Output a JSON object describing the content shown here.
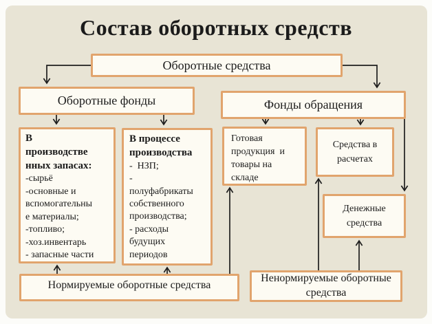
{
  "title": "Состав оборотных средств",
  "colors": {
    "background": "#e8e4d5",
    "frame": "#fcfcf9",
    "box_fill": "#fdfbf3",
    "accent_border": "#e1a46d",
    "ink": "#1b1b1b",
    "line": "#1d1d1d"
  },
  "nodes": {
    "working_capital": {
      "label": "Оборотные средства"
    },
    "working_funds": {
      "label": "Оборотные фонды"
    },
    "circulation_funds": {
      "label": "Фонды обращения"
    },
    "production_stocks": {
      "header": "В\nпроизводстве\nнных запасах:",
      "items": "-сырьё\n-основные и\nвспомогательны\nе материалы;\n-топливо;\n-хоз.инвентарь\n- запасные части"
    },
    "in_production": {
      "header": "В процессе\nпроизводства",
      "items": "-  НЗП;\n-\nполуфабрикаты\nсобственного\nпроизводства;\n- расходы\nбудущих\nпериодов"
    },
    "finished_goods": {
      "label": "Готовая\nпродукция  и\nтовары на\nскладе"
    },
    "settlements": {
      "label": "Средства в\nрасчетах"
    },
    "cash": {
      "label": "Денежные\nсредства"
    },
    "normalized": {
      "label": "Нормируемые оборотные средства"
    },
    "non_normalized": {
      "label": "Ненормируемые оборотные\nсредства"
    }
  },
  "edges": [
    {
      "from": "working_capital",
      "to": "working_funds"
    },
    {
      "from": "working_capital",
      "to": "circulation_funds"
    },
    {
      "from": "working_funds",
      "to": "production_stocks"
    },
    {
      "from": "working_funds",
      "to": "in_production"
    },
    {
      "from": "circulation_funds",
      "to": "finished_goods"
    },
    {
      "from": "circulation_funds",
      "to": "settlements"
    },
    {
      "from": "circulation_funds",
      "to": "cash"
    },
    {
      "from": "normalized",
      "to": "production_stocks"
    },
    {
      "from": "normalized",
      "to": "in_production"
    },
    {
      "from": "normalized",
      "to": "finished_goods"
    },
    {
      "from": "non_normalized",
      "to": "settlements"
    },
    {
      "from": "non_normalized",
      "to": "cash"
    }
  ]
}
